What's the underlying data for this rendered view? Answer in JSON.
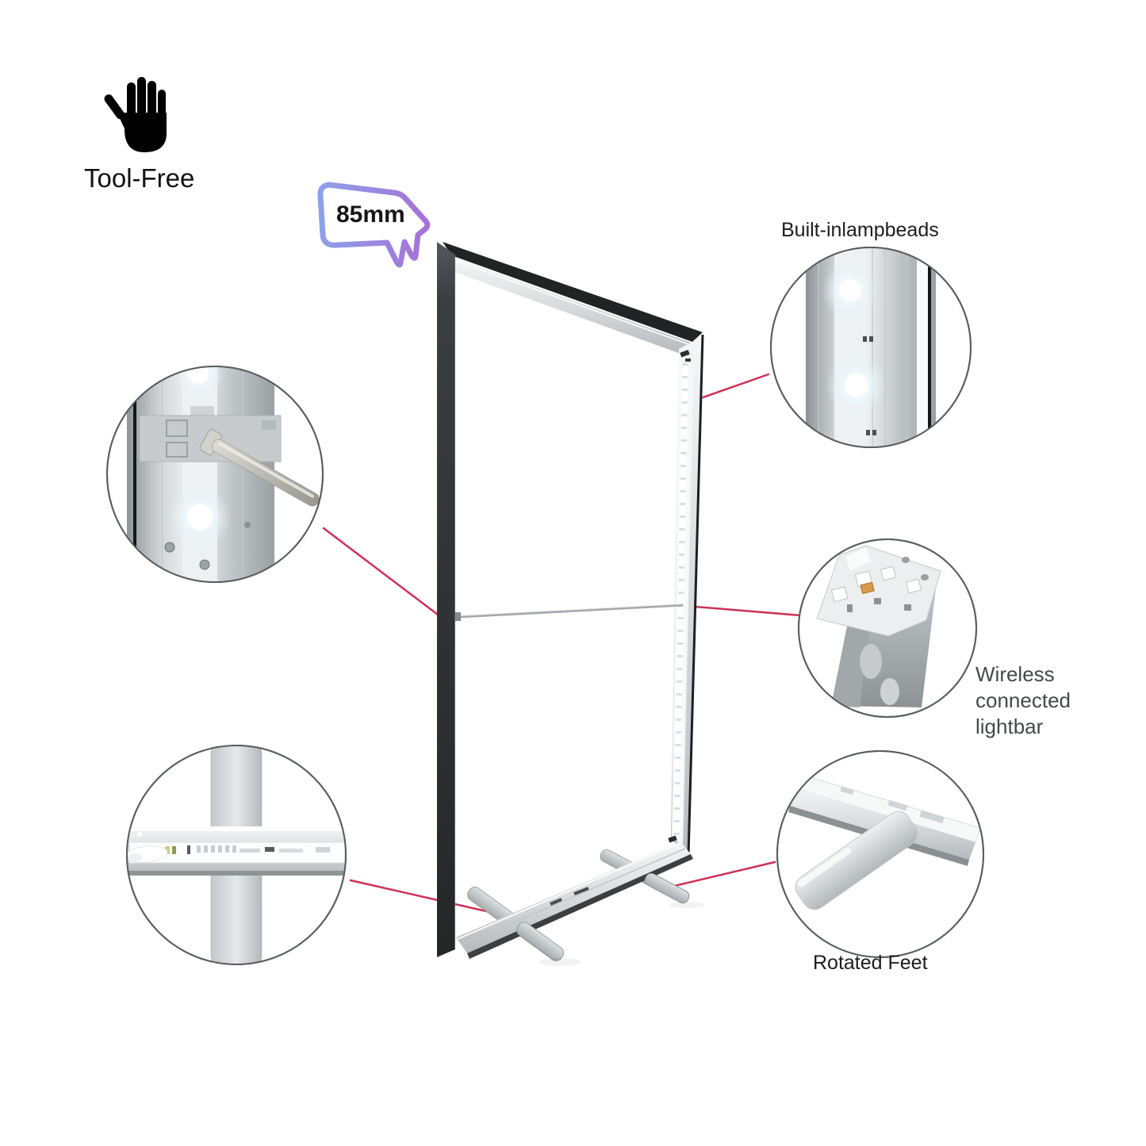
{
  "tool_free": {
    "icon": "hand-icon",
    "label": "Tool-Free"
  },
  "dimension_bubble": {
    "label": "85mm"
  },
  "callouts": {
    "lampbeads": {
      "label": "Built-inlampbeads"
    },
    "lightbar": {
      "line1": "Wireless",
      "line2": "connected",
      "line3": "lightbar"
    },
    "rotated_feet": {
      "label": "Rotated Feet"
    }
  },
  "colors": {
    "connector_line": "#cf3156",
    "bubble_gradient_start": "#8da0ea",
    "bubble_gradient_end": "#a76fd6",
    "frame_dark": "#2b2d2f",
    "frame_silver": "#d9dcde",
    "led_white": "#ffffff"
  }
}
